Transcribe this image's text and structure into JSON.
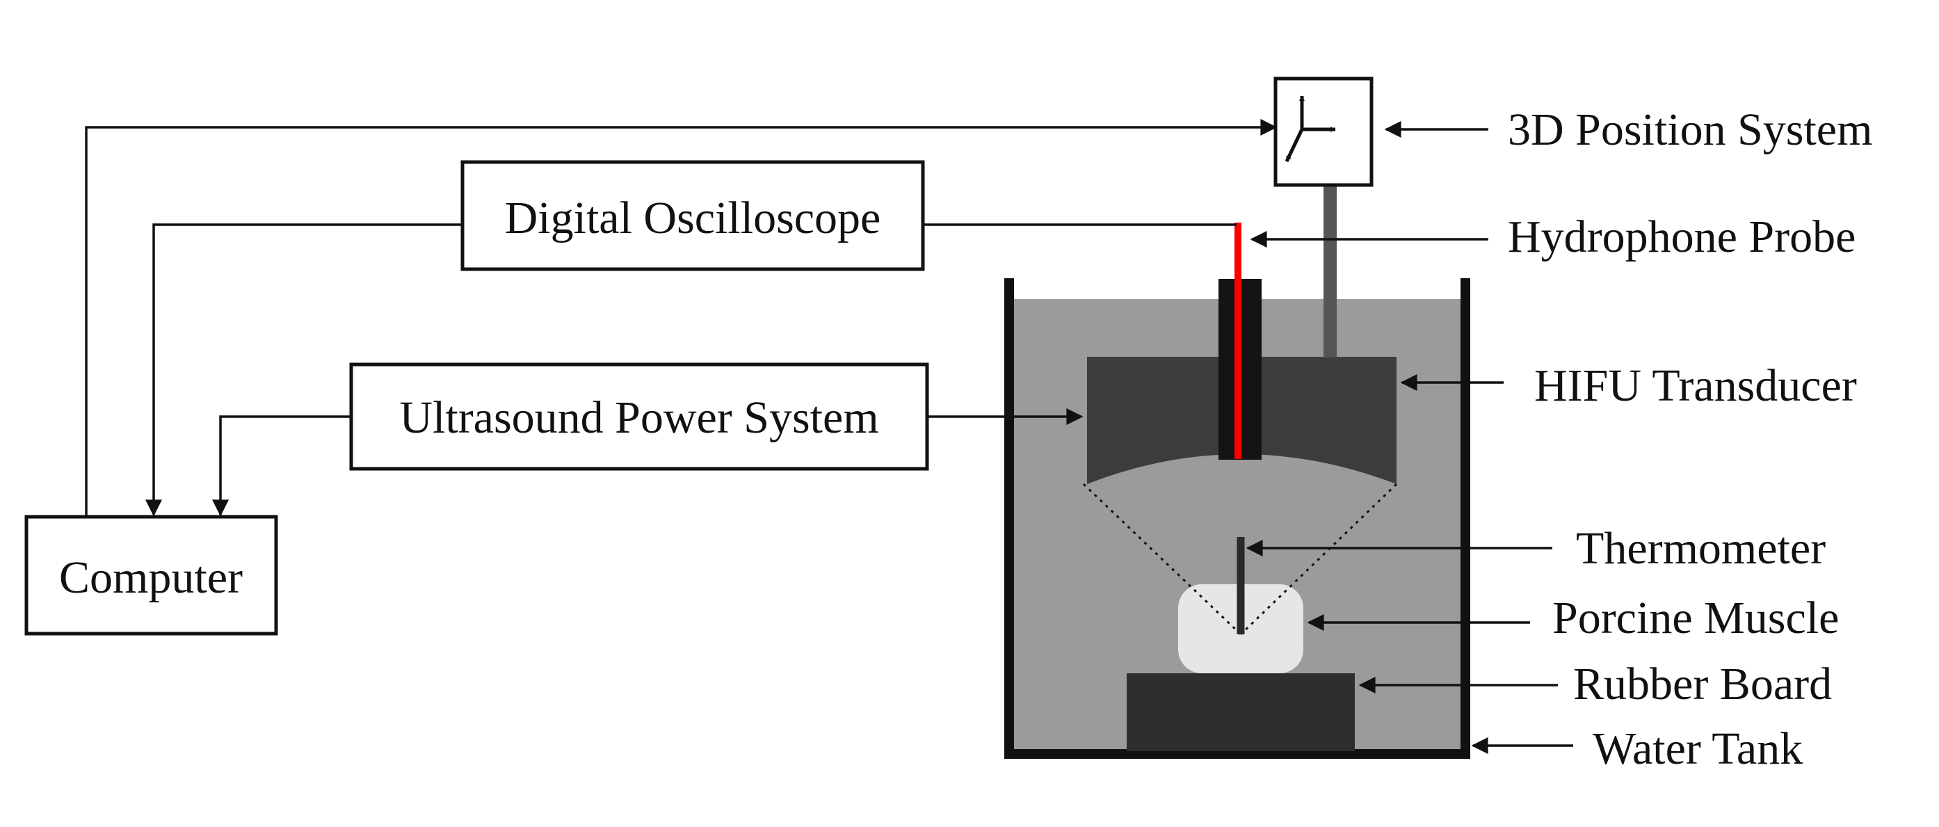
{
  "labels": {
    "computer": "Computer",
    "oscilloscope": "Digital Oscilloscope",
    "power_system": "Ultrasound Power System",
    "position_system": "3D Position System",
    "hydrophone": "Hydrophone Probe",
    "transducer": "HIFU Transducer",
    "thermometer": "Thermometer",
    "muscle": "Porcine Muscle",
    "rubber_board": "Rubber Board",
    "water_tank": "Water Tank"
  },
  "colors": {
    "line": "#111111",
    "water": "#9b9b9b",
    "transducer": "#3c3c3c",
    "rubber_board": "#2e2e2e",
    "muscle": "#e6e6e6",
    "hydrophone": "#ff0000"
  },
  "icons": {
    "position_system": "xyz-axes-icon"
  }
}
